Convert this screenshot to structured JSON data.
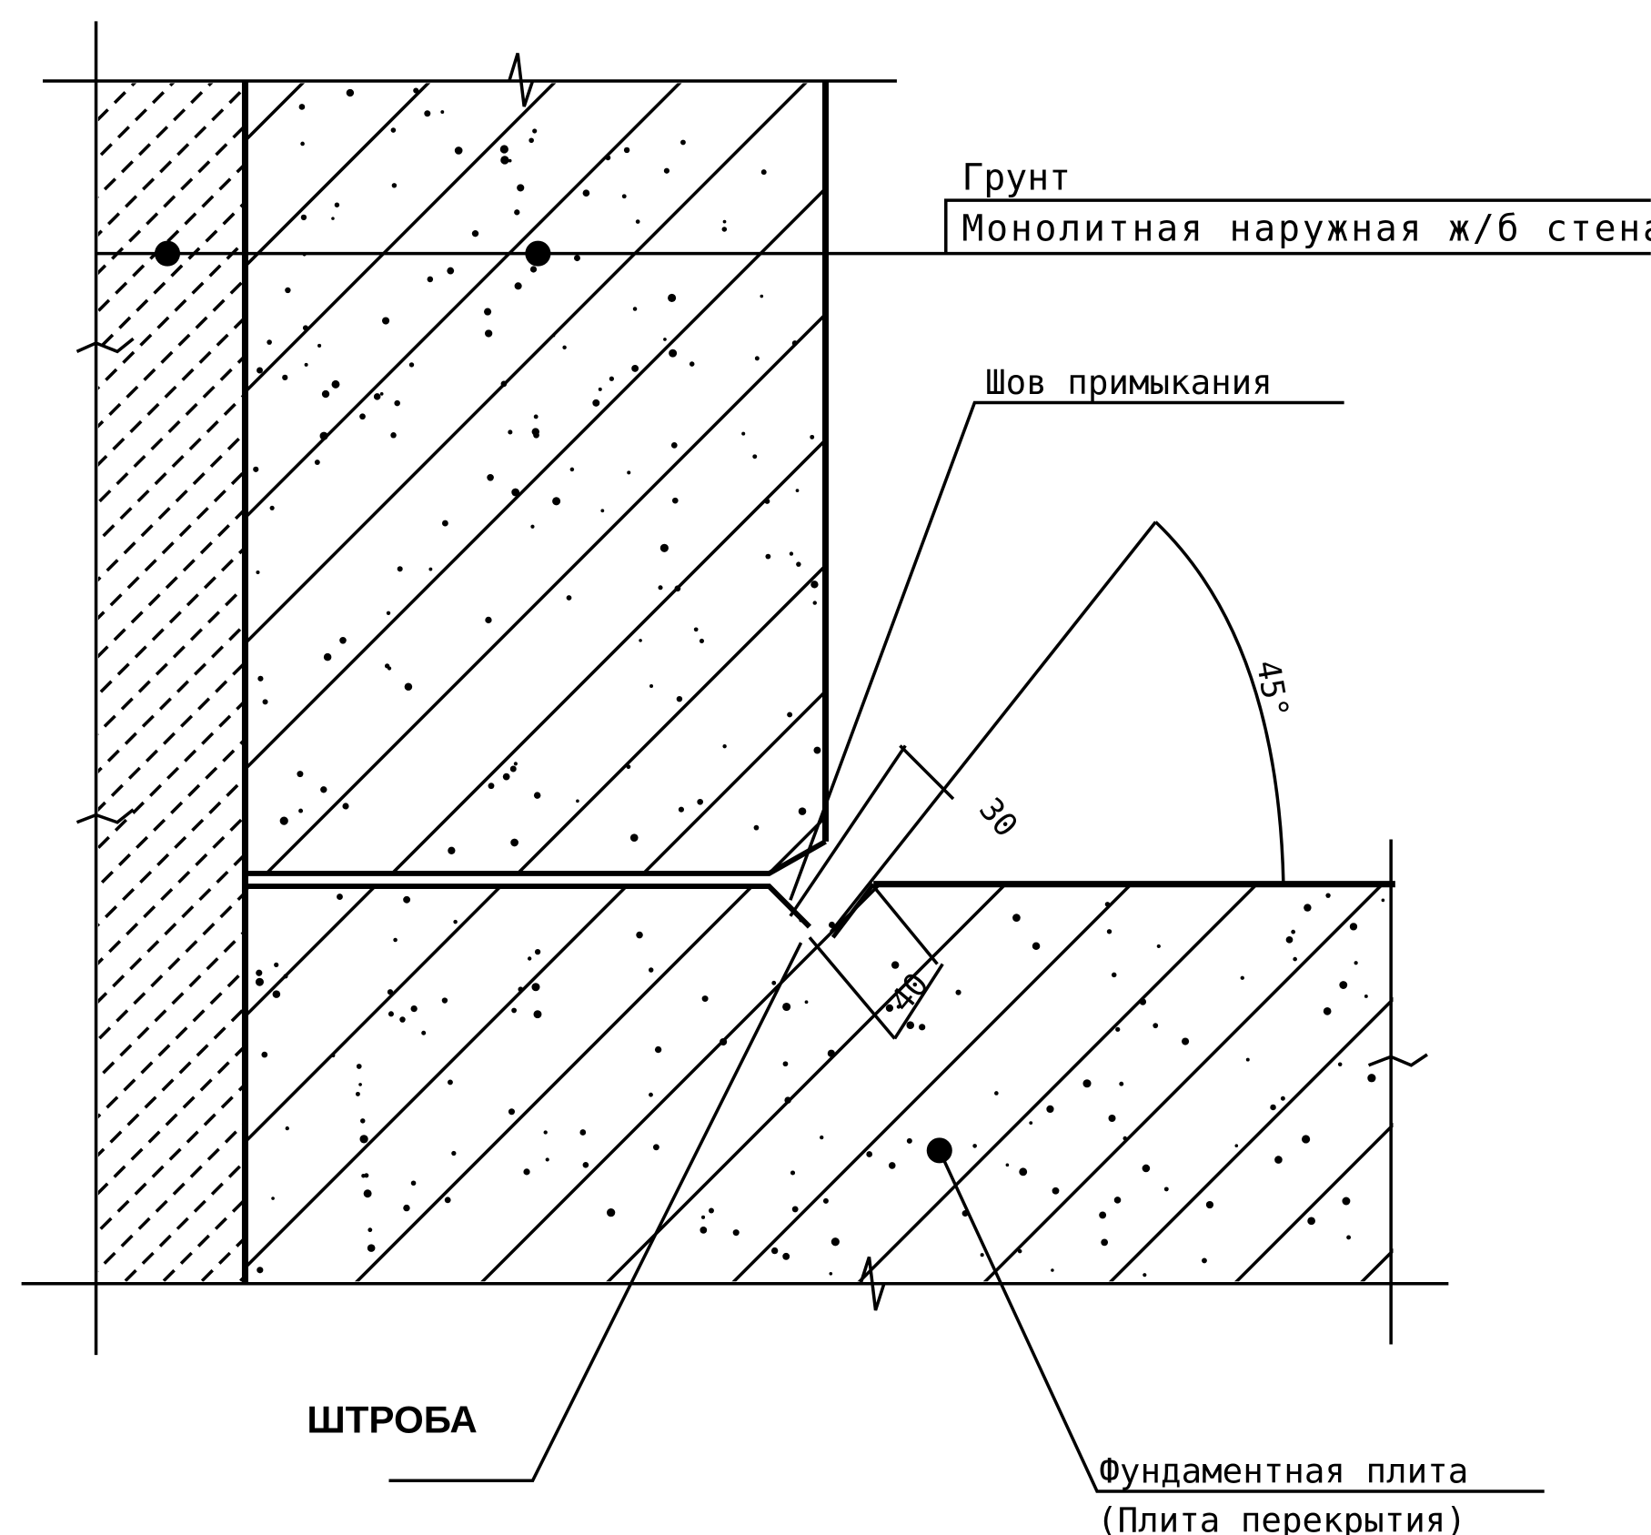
{
  "labels": {
    "ground": "Грунт",
    "wall": "Монолитная наружная ж/б стена",
    "joint": "Шов примыкания",
    "groove": "ШТРОБА",
    "slab": "Фундаментная плита",
    "slab_alt": "(Плита перекрытия)"
  },
  "dimensions": {
    "angle": "45°",
    "groove_width": "30",
    "groove_depth": "40"
  },
  "colors": {
    "ink": "#000000",
    "paper": "#ffffff"
  }
}
